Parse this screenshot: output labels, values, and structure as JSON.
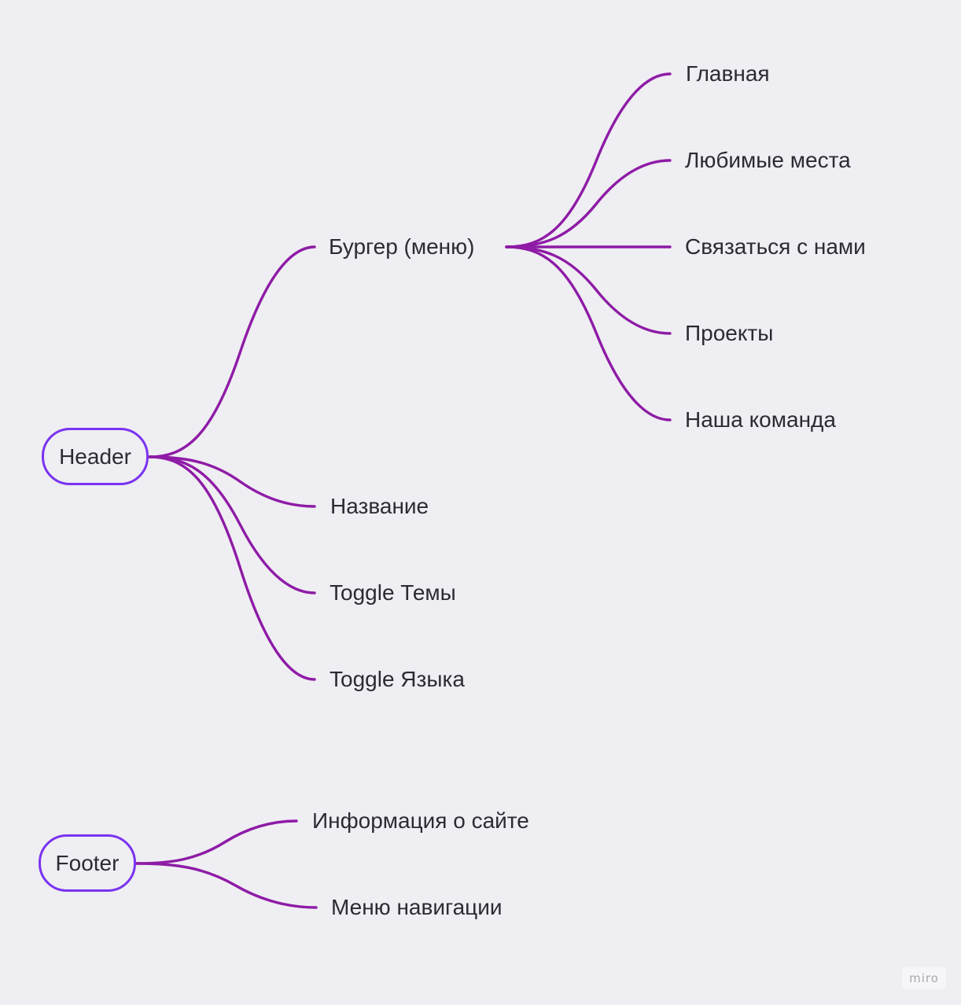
{
  "diagram": {
    "type": "mind-map",
    "line_color": "#8e1ba6",
    "root_border_color": "#7a33f0",
    "background": "#efeef2",
    "roots": [
      {
        "id": "header",
        "label": "Header",
        "children": [
          {
            "id": "burger",
            "label": "Бургер (меню)",
            "children": [
              {
                "id": "main",
                "label": "Главная"
              },
              {
                "id": "favorites",
                "label": "Любимые места"
              },
              {
                "id": "contact",
                "label": "Связаться с нами"
              },
              {
                "id": "projects",
                "label": "Проекты"
              },
              {
                "id": "team",
                "label": "Наша команда"
              }
            ]
          },
          {
            "id": "title",
            "label": "Название"
          },
          {
            "id": "theme",
            "label": "Toggle Темы"
          },
          {
            "id": "lang",
            "label": "Toggle Языка"
          }
        ]
      },
      {
        "id": "footer",
        "label": "Footer",
        "children": [
          {
            "id": "siteinfo",
            "label": "Информация о сайте"
          },
          {
            "id": "navmenu",
            "label": "Меню навигации"
          }
        ]
      }
    ]
  },
  "watermark": {
    "label": "miro"
  }
}
